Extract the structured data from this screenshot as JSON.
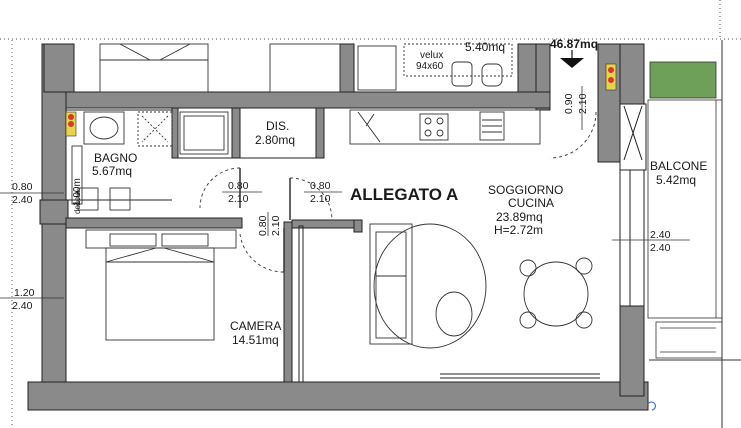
{
  "title": "ALLEGATO A",
  "rooms": {
    "bagno": {
      "name": "BAGNO",
      "area": "5.67mq"
    },
    "dis": {
      "name": "DIS.",
      "area": "2.80mq"
    },
    "soggiorno": {
      "name": "SOGGIORNO",
      "name2": "CUCINA",
      "area": "23.89mq",
      "height": "H=2.72m"
    },
    "balcone": {
      "name": "BALCONE",
      "area": "5.42mq"
    },
    "camera": {
      "name": "CAMERA",
      "area": "14.51mq"
    },
    "top_room": {
      "area": "5.40mq"
    },
    "top_right": {
      "area": "46.87mq"
    }
  },
  "velux": {
    "label": "velux",
    "size": "94x60"
  },
  "dimensions": {
    "bagno_window": {
      "top": "0.80",
      "bottom": "2.40"
    },
    "camera_window": {
      "top": "1.20",
      "bottom": "2.40"
    },
    "bagno_door": {
      "top": "0.80",
      "bottom": "2.10"
    },
    "dis_door": {
      "top": "0.80",
      "bottom": "2.10"
    },
    "camera_door": {
      "top": "0.80",
      "bottom": "2.10"
    },
    "kitchen_door": {
      "top": "0.90",
      "bottom": "2.10"
    },
    "balcony_window": {
      "top": "2.40",
      "bottom": "2.40"
    },
    "shower_height": "1.00m",
    "doccia_label": "doccia"
  }
}
